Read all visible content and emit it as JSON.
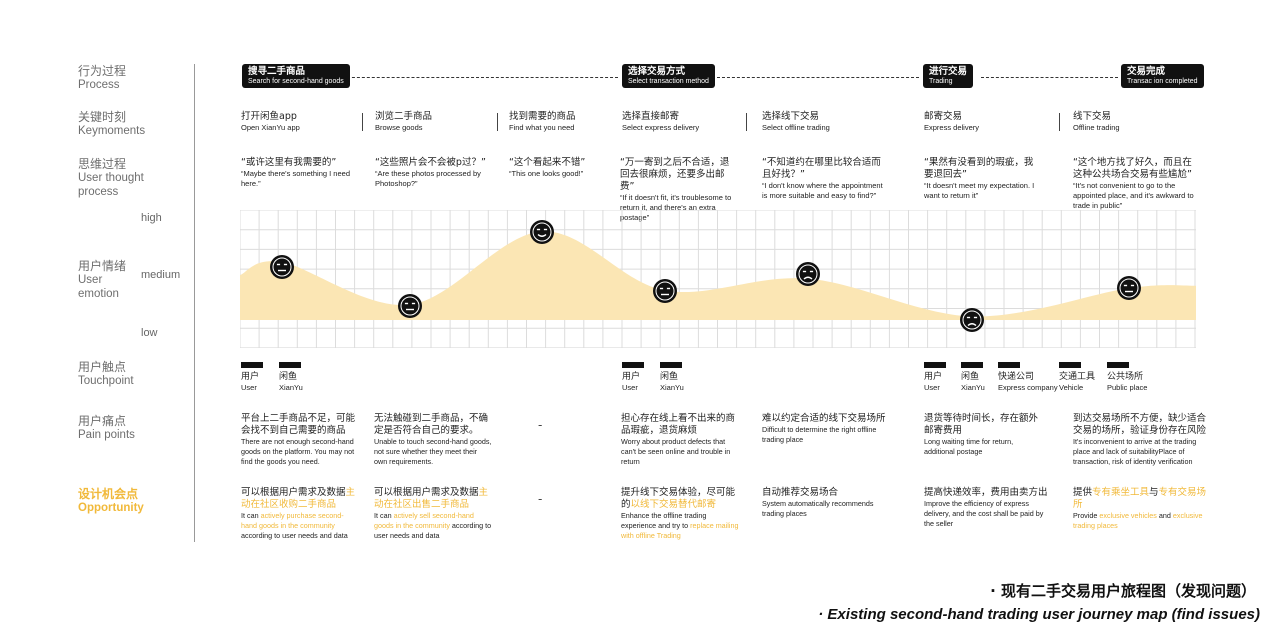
{
  "row_labels": {
    "process": {
      "zh": "行为过程",
      "en": "Process"
    },
    "keymoments": {
      "zh": "关键时刻",
      "en": "Keymoments"
    },
    "thought": {
      "zh": "思维过程",
      "en": "User thought",
      "en2": "process"
    },
    "emotion": {
      "zh": "用户情绪",
      "en": "User",
      "en2": "emotion"
    },
    "touchpoint": {
      "zh": "用户触点",
      "en": "Touchpoint"
    },
    "pain": {
      "zh": "用户痛点",
      "en": "Pain points"
    },
    "opportunity": {
      "zh": "设计机会点",
      "en": "Opportunity"
    }
  },
  "emotion_levels": {
    "high": "high",
    "medium": "medium",
    "low": "low"
  },
  "stages": [
    {
      "zh": "搜寻二手商品",
      "en": "Search for second-hand goods"
    },
    {
      "zh": "选择交易方式",
      "en": "Select transaction method"
    },
    {
      "zh": "进行交易",
      "en": "Trading"
    },
    {
      "zh": "交易完成",
      "en": "Transac ion completed"
    }
  ],
  "keymoments": [
    {
      "zh": "打开闲鱼app",
      "en": "Open XianYu app"
    },
    {
      "zh": "浏览二手商品",
      "en": "Browse  goods"
    },
    {
      "zh": "找到需要的商品",
      "en": "Find what you need"
    },
    {
      "zh": "选择直接邮寄",
      "en": "Select express delivery"
    },
    {
      "zh": "选择线下交易",
      "en": "Select offline trading"
    },
    {
      "zh": "邮寄交易",
      "en": "Express delivery"
    },
    {
      "zh": "线下交易",
      "en": "Offline trading"
    }
  ],
  "thoughts": [
    {
      "zh": "“或许这里有我需要的”",
      "en": "“Maybe there's something I need here.”"
    },
    {
      "zh": "“这些照片会不会被p过？”",
      "en": "“Are these photos processed by Photoshop?”"
    },
    {
      "zh": "“这个看起来不错”",
      "en": "“This one looks good!”"
    },
    {
      "zh": "“万一寄到之后不合适，退回去很麻烦，还要多出邮费”",
      "en": "“If it doesn't fit, it's troublesome to return it, and there's an extra postage”"
    },
    {
      "zh": "“不知道约在哪里比较合适而且好找？”",
      "en": "“I don't know where the appointment is more suitable and easy to find?”"
    },
    {
      "zh": "“果然有没看到的瑕疵，我要退回去”",
      "en": "“It doesn't meet my expectation. I want to return it”"
    },
    {
      "zh": "“这个地方找了好久，而且在这种公共场合交易有些尴尬”",
      "en": "“It's not convenient to go to the appointed place, and it's awkward to trade in public”"
    }
  ],
  "chart_data": {
    "type": "area",
    "x": [
      0,
      1,
      2,
      3,
      4,
      5,
      6,
      7
    ],
    "values": [
      0.55,
      0.3,
      0.92,
      0.42,
      0.52,
      0.2,
      0.44,
      0.46
    ],
    "emotion_faces": [
      "neutral",
      "neutral",
      "happy",
      "neutral",
      "sad",
      "unhappy",
      "neutral"
    ],
    "ylabels": [
      "high",
      "medium",
      "low"
    ],
    "fill_color": "#fbe6b4",
    "grid": true
  },
  "touchpoints": [
    {
      "zh": "用户",
      "en": "User"
    },
    {
      "zh": "闲鱼",
      "en": "XianYu"
    },
    {
      "zh": "用户",
      "en": "User"
    },
    {
      "zh": "闲鱼",
      "en": "XianYu"
    },
    {
      "zh": "用户",
      "en": "User"
    },
    {
      "zh": "闲鱼",
      "en": "XianYu"
    },
    {
      "zh": "快递公司",
      "en": "Express company"
    },
    {
      "zh": "交通工具",
      "en": "Vehicle"
    },
    {
      "zh": "公共场所",
      "en": "Public place"
    }
  ],
  "pains": [
    {
      "zh": "平台上二手商品不足，可能会找不到自己需要的商品",
      "en": "There are not enough second-hand goods on the platform. You may not find the goods you need."
    },
    {
      "zh": "无法触碰到二手商品，不确定是否符合自己的要求。",
      "en": "Unable to touch second-hand goods, not sure whether they meet their own requirements."
    },
    {
      "zh": "-",
      "en": ""
    },
    {
      "zh": "担心存在线上看不出来的商品瑕疵，退货麻烦",
      "en": "Worry about product defects that can't be seen online and trouble in return"
    },
    {
      "zh": "难以约定合适的线下交易场所",
      "en": "Difficult to determine the right offline trading place"
    },
    {
      "zh": "退货等待时间长，存在额外邮寄费用",
      "en": "Long waiting time for return, additional postage"
    },
    {
      "zh": "到达交易场所不方便，缺少适合交易的场所，验证身份存在风险",
      "en": "It's inconvenient to arrive at the trading place and lack of suitabilityPlace of transaction, risk of identity verification"
    }
  ],
  "opportunities": [
    {
      "zh1": "可以根据用户需求及数据",
      "zh_hl": "主动在社区收购二手商品",
      "zh2": "",
      "en1": "It can ",
      "en_hl": "actively purchase second-hand goods in the community",
      "en2": " according to user needs and data"
    },
    {
      "zh1": "可以根据用户需求及数据",
      "zh_hl": "主动在社区出售二手商品",
      "zh2": "",
      "en1": "It can ",
      "en_hl": "actively sell second-hand goods in the community",
      "en2": " according to user needs and data"
    },
    {
      "zh1": "-",
      "zh_hl": "",
      "zh2": "",
      "en1": "",
      "en_hl": "",
      "en2": ""
    },
    {
      "zh1": "提升线下交易体验，尽可能的",
      "zh_hl": "以线下交易替代邮寄",
      "zh2": "",
      "en1": "Enhance the offline trading experience and try to ",
      "en_hl": "replace mailing with offline Trading",
      "en2": ""
    },
    {
      "zh1": "自动推荐交易场合",
      "zh_hl": "",
      "zh2": "",
      "en1": "System automatically recommends trading places",
      "en_hl": "",
      "en2": ""
    },
    {
      "zh1": "提高快递效率，费用由卖方出",
      "zh_hl": "",
      "zh2": "",
      "en1": "Improve the efficiency of express delivery, and the cost shall be paid by the seller",
      "en_hl": "",
      "en2": ""
    },
    {
      "zh1": "提供",
      "zh_hl": "专有乘坐工具",
      "zh2": "与",
      "zh_hl2": "专有交易场所",
      "en1": "Provide ",
      "en_hl": "exclusive vehicles",
      "en2": " and ",
      "en_hl2": "exclusive trading places"
    }
  ],
  "caption": {
    "zh": "· 现有二手交易用户旅程图（发现问题）",
    "en": "· Existing second-hand trading user journey map (find issues)"
  },
  "colors": {
    "accent": "#f1b93a",
    "area": "#fbe6b4",
    "grid": "#dcdcdc",
    "dark": "#111111"
  }
}
